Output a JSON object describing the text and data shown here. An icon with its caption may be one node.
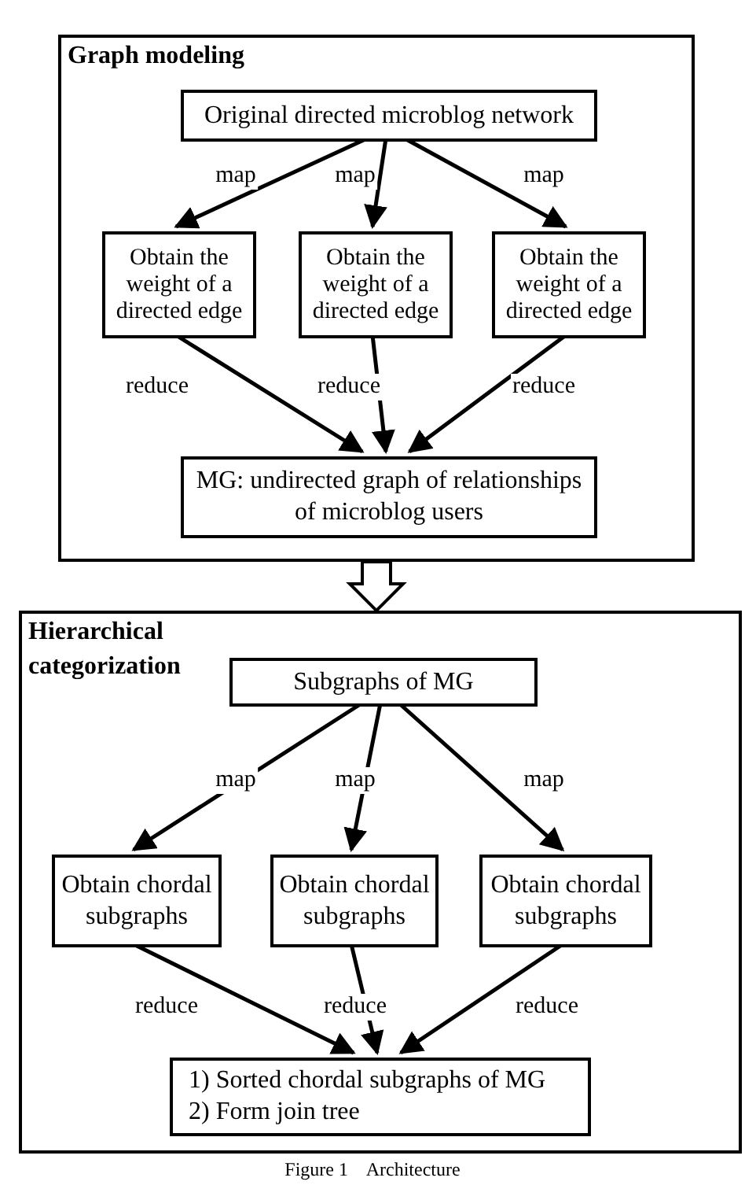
{
  "diagram": {
    "caption": "Figure 1    Architecture",
    "nodes": [
      {
        "text": [
          "Graph modeling"
        ]
      },
      {
        "text": [
          "Original directed microblog network"
        ],
        "in": 0
      },
      {
        "text": [
          "Obtain the weight of a directed edge"
        ],
        "in": 0
      },
      {
        "text": [
          "Obtain the weight of a directed edge"
        ],
        "in": 0
      },
      {
        "text": [
          "Obtain the weight of a directed edge"
        ],
        "in": 0
      },
      {
        "text": [
          "MG: undirected graph of relationships of microblog users"
        ],
        "in": 0
      },
      {
        "text": [
          "Hierarchical categorization"
        ]
      },
      {
        "text": [
          "Subgraphs of MG"
        ],
        "in": 6
      },
      {
        "text": [
          "Obtain chordal subgraphs"
        ],
        "in": 6
      },
      {
        "text": [
          "Obtain chordal subgraphs"
        ],
        "in": 6
      },
      {
        "text": [
          "Obtain chordal subgraphs"
        ],
        "in": 6
      },
      {
        "text": [
          "1) Sorted chordal subgraphs of MG",
          "2) Form join tree"
        ],
        "in": 6
      }
    ],
    "edges": [
      {
        "from": 1,
        "to": 2,
        "arrow": "to",
        "label": "map"
      },
      {
        "from": 1,
        "to": 3,
        "arrow": "to",
        "label": "map"
      },
      {
        "from": 1,
        "to": 4,
        "arrow": "to",
        "label": "map"
      },
      {
        "from": 2,
        "to": 5,
        "arrow": "to",
        "label": "reduce"
      },
      {
        "from": 3,
        "to": 5,
        "arrow": "to",
        "label": "reduce"
      },
      {
        "from": 4,
        "to": 5,
        "arrow": "to",
        "label": "reduce"
      },
      {
        "from": 0,
        "to": 6,
        "arrow": "to",
        "style": "thick"
      },
      {
        "from": 7,
        "to": 8,
        "arrow": "to",
        "label": "map"
      },
      {
        "from": 7,
        "to": 9,
        "arrow": "to",
        "label": "map"
      },
      {
        "from": 7,
        "to": 10,
        "arrow": "to",
        "label": "map"
      },
      {
        "from": 8,
        "to": 11,
        "arrow": "to",
        "label": "reduce"
      },
      {
        "from": 9,
        "to": 11,
        "arrow": "to",
        "label": "reduce"
      },
      {
        "from": 10,
        "to": 11,
        "arrow": "to",
        "label": "reduce"
      }
    ]
  }
}
